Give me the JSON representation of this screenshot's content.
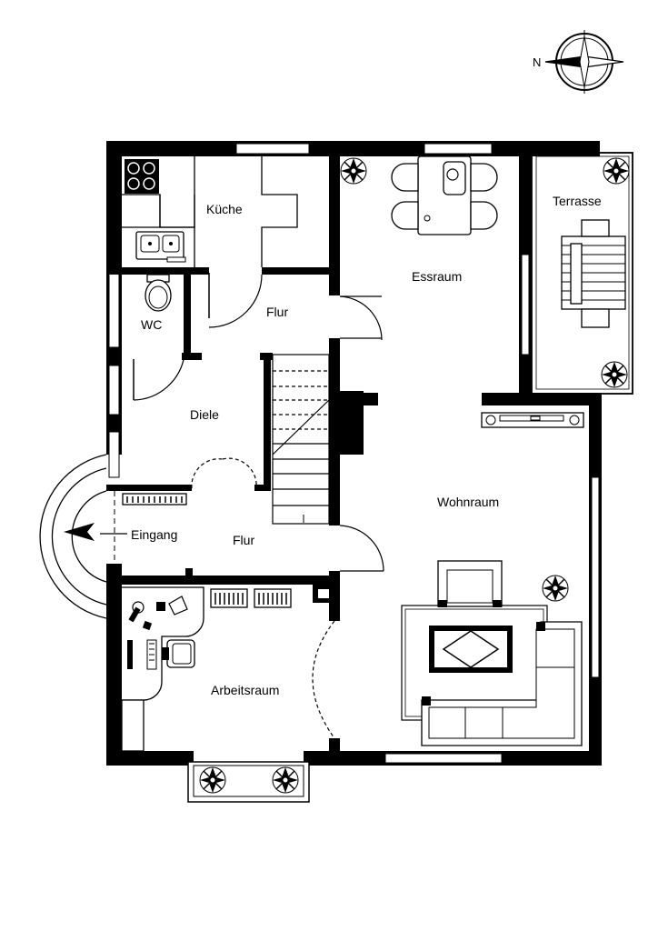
{
  "compass": {
    "north_label": "N",
    "icon": "compass-rose-icon"
  },
  "rooms": {
    "kitchen": "Küche",
    "dining": "Essraum",
    "terrace": "Terrasse",
    "wc": "WC",
    "hall_upper": "Flur",
    "hall_lower": "Flur",
    "lobby": "Diele",
    "entrance": "Eingang",
    "living": "Wohnraum",
    "study": "Arbeitsraum"
  },
  "icons": {
    "plant": "potted-plant-icon",
    "stove": "stove-icon",
    "sink": "sink-icon",
    "toilet": "toilet-icon",
    "entrance_arrow": "entrance-arrow-icon"
  },
  "colors": {
    "wall": "#000000",
    "background": "#ffffff"
  }
}
